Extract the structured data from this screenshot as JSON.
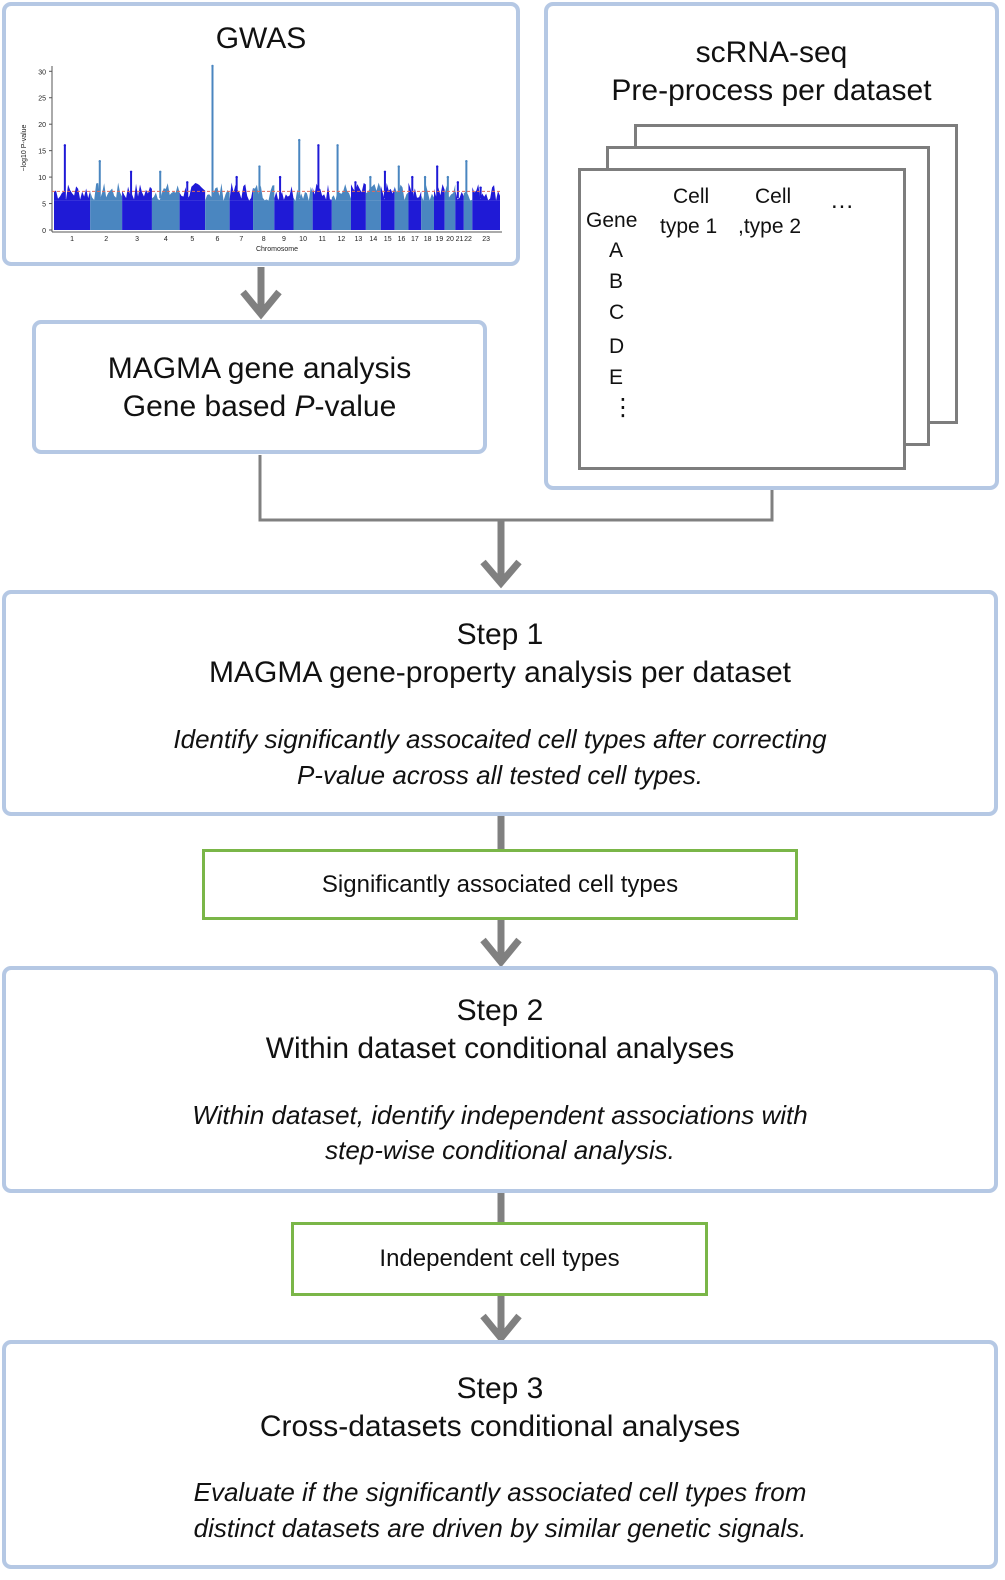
{
  "gwas": {
    "title": "GWAS",
    "ylabel": "−log10 P-value",
    "xlabel": "Chromosome",
    "yticks": [
      "30",
      "25",
      "20",
      "15",
      "10",
      "5",
      "0"
    ],
    "chromosomes": [
      "1",
      "2",
      "3",
      "4",
      "5",
      "6",
      "7",
      "8",
      "9",
      "10",
      "11",
      "12",
      "13",
      "14",
      "15",
      "16",
      "17",
      "18",
      "19",
      "20",
      "21",
      "22",
      "23"
    ],
    "colors": {
      "dark": "#1f1ad6",
      "light": "#4a86c0",
      "threshold": "#e06a5a"
    }
  },
  "scrna": {
    "title_line1": "scRNA-seq",
    "title_line2": "Pre-process per dataset",
    "matrix": {
      "gene_header": "Gene",
      "col1_line1": "Cell",
      "col1_line2": "type 1",
      "col2_line1": "Cell",
      "col2_line2": ",type 2",
      "more": "...",
      "genes": [
        "A",
        "B",
        "C",
        "D",
        "E"
      ],
      "vdots": "⋮"
    }
  },
  "magma": {
    "line1": "MAGMA gene analysis",
    "line2_prefix": "Gene based ",
    "line2_italic": "P",
    "line2_suffix": "-value"
  },
  "step1": {
    "title": "Step 1",
    "subtitle": "MAGMA gene-property analysis per dataset",
    "desc_line1": "Identify significantly assocaited cell types after correcting",
    "desc_line2": "P-value across all tested cell types."
  },
  "sig_cell_types": "Significantly associated cell types",
  "step2": {
    "title": "Step 2",
    "subtitle": "Within dataset conditional analyses",
    "desc_line1": "Within dataset, identify independent associations with",
    "desc_line2": "step-wise conditional analysis."
  },
  "indep_cell_types": "Independent cell types",
  "step3": {
    "title": "Step 3",
    "subtitle": "Cross-datasets conditional analyses",
    "desc_line1": "Evaluate if the significantly associated cell types from",
    "desc_line2": "distinct datasets are driven by similar genetic signals."
  },
  "colors": {
    "box_border": "#b5c8e4",
    "green_border": "#7ab648",
    "arrow": "#808080"
  }
}
